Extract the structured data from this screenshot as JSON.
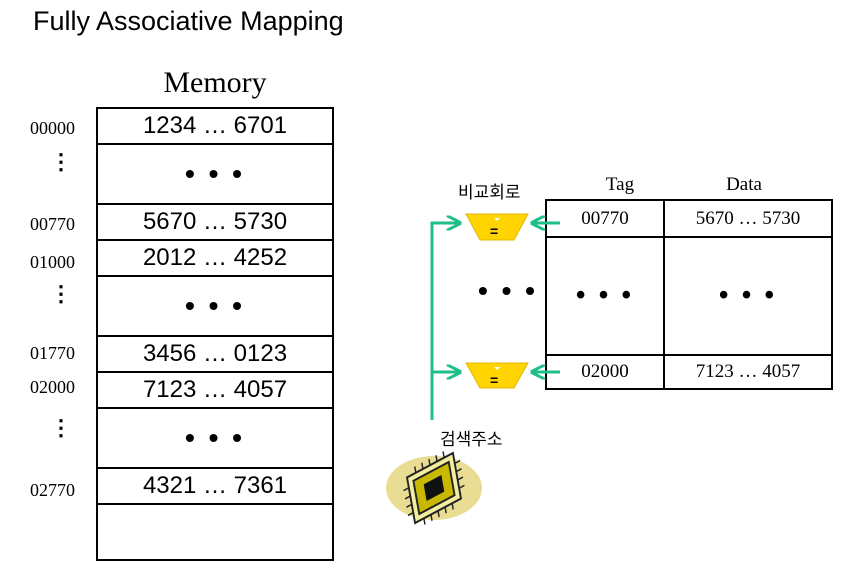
{
  "title": "Fully Associative Mapping",
  "memory": {
    "title": "Memory",
    "rows": [
      {
        "address": "00000",
        "content": "1234 … 6701"
      },
      {
        "address": "",
        "content": "• • •"
      },
      {
        "address": "00770",
        "content": "5670 … 5730"
      },
      {
        "address": "01000",
        "content": "2012 … 4252"
      },
      {
        "address": "",
        "content": "• • •"
      },
      {
        "address": "01770",
        "content": "3456 … 0123"
      },
      {
        "address": "02000",
        "content": "7123 … 4057"
      },
      {
        "address": "",
        "content": "• • •"
      },
      {
        "address": "02770",
        "content": "4321 … 7361"
      },
      {
        "address": "",
        "content": ""
      }
    ],
    "vertical_ellipsis": "⋮"
  },
  "cache": {
    "tag_header": "Tag",
    "data_header": "Data",
    "rows": [
      {
        "tag": "00770",
        "data": "5670 … 5730"
      },
      {
        "tag": "• • •",
        "data": "• • •"
      },
      {
        "tag": "02000",
        "data": "7123 … 4057"
      }
    ]
  },
  "comparator": {
    "label": "비교회로",
    "symbol": "=",
    "ellipsis": "• • •"
  },
  "search_address_label": "검색주소",
  "colors": {
    "arrow": "#1fbf8a",
    "comparator_fill": "#ffd400",
    "chip_bg": "#e8dd92",
    "line": "#000000"
  },
  "icons": [
    "cpu-chip-icon",
    "comparator-icon"
  ]
}
